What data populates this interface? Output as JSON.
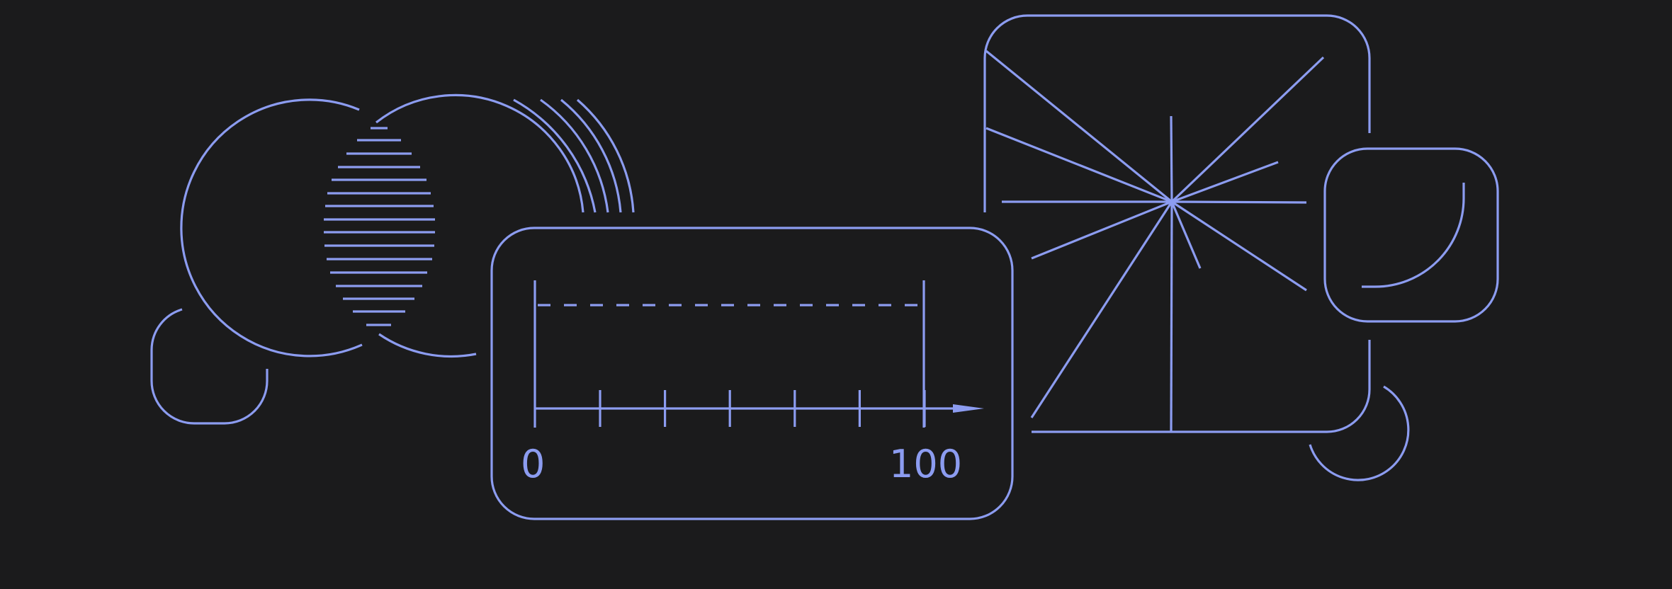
{
  "illustration": {
    "stroke_color": "#8c9cf0",
    "background_color": "#1b1b1c",
    "slider": {
      "min_label": "0",
      "max_label": "100",
      "tick_count": 6
    }
  }
}
